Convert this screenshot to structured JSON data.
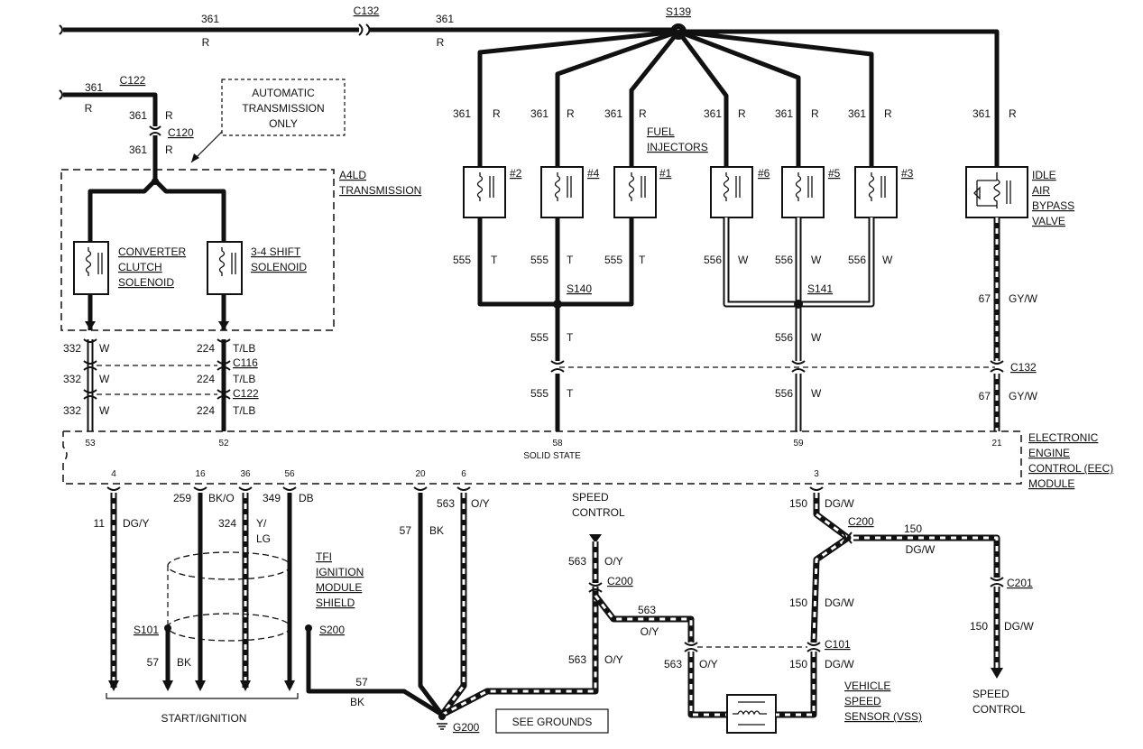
{
  "wires": {
    "w361": "361",
    "w555": "555",
    "w556": "556",
    "w67": "67",
    "w332": "332",
    "w224": "224",
    "w11": "11",
    "w259": "259",
    "w324": "324",
    "w349": "349",
    "w57": "57",
    "w563": "563",
    "w150": "150"
  },
  "colors": {
    "r": "R",
    "t": "T",
    "w": "W",
    "gyw": "GY/W",
    "tlb": "T/LB",
    "dgy": "DG/Y",
    "bko": "BK/O",
    "ylg1": "Y/",
    "ylg2": "LG",
    "db": "DB",
    "bk": "BK",
    "oy": "O/Y",
    "dgw": "DG/W"
  },
  "connectors": {
    "c132": "C132",
    "c122": "C122",
    "c120": "C120",
    "c116": "C116",
    "c200": "C200",
    "c201": "C201",
    "c101": "C101"
  },
  "splices": {
    "s139": "S139",
    "s140": "S140",
    "s141": "S141",
    "s101": "S101",
    "s200": "S200"
  },
  "ground": "G200",
  "injectors": {
    "title1": "FUEL",
    "title2": "INJECTORS",
    "n2": "#2",
    "n4": "#4",
    "n1": "#1",
    "n6": "#6",
    "n5": "#5",
    "n3": "#3"
  },
  "notes": {
    "auto1": "AUTOMATIC",
    "auto2": "TRANSMISSION",
    "auto3": "ONLY"
  },
  "transmission": {
    "l1": "A4LD",
    "l2": "TRANSMISSION"
  },
  "solenoids": {
    "cc1": "CONVERTER",
    "cc2": "CLUTCH",
    "cc3": "SOLENOID",
    "sh1": "3-4 SHIFT",
    "sh2": "SOLENOID"
  },
  "iab": {
    "l1": "IDLE",
    "l2": "AIR",
    "l3": "BYPASS",
    "l4": "VALVE"
  },
  "eec": {
    "l1": "ELECTRONIC",
    "l2": "ENGINE",
    "l3": "CONTROL (EEC)",
    "l4": "MODULE",
    "solid_state": "SOLID STATE",
    "pins": {
      "p53": "53",
      "p52": "52",
      "p58": "58",
      "p59": "59",
      "p21": "21",
      "p4": "4",
      "p16": "16",
      "p36": "36",
      "p56": "56",
      "p20": "20",
      "p6": "6",
      "p3": "3"
    }
  },
  "tfi": {
    "l1": "TFI",
    "l2": "IGNITION",
    "l3": "MODULE",
    "l4": "SHIELD"
  },
  "start_ignition": "START/IGNITION",
  "speed_control_top": {
    "l1": "SPEED",
    "l2": "CONTROL"
  },
  "speed_control_bottom": {
    "l1": "SPEED",
    "l2": "CONTROL"
  },
  "vss": {
    "l1": "VEHICLE",
    "l2": "SPEED",
    "l3": "SENSOR (VSS)"
  },
  "see_grounds": "SEE GROUNDS"
}
